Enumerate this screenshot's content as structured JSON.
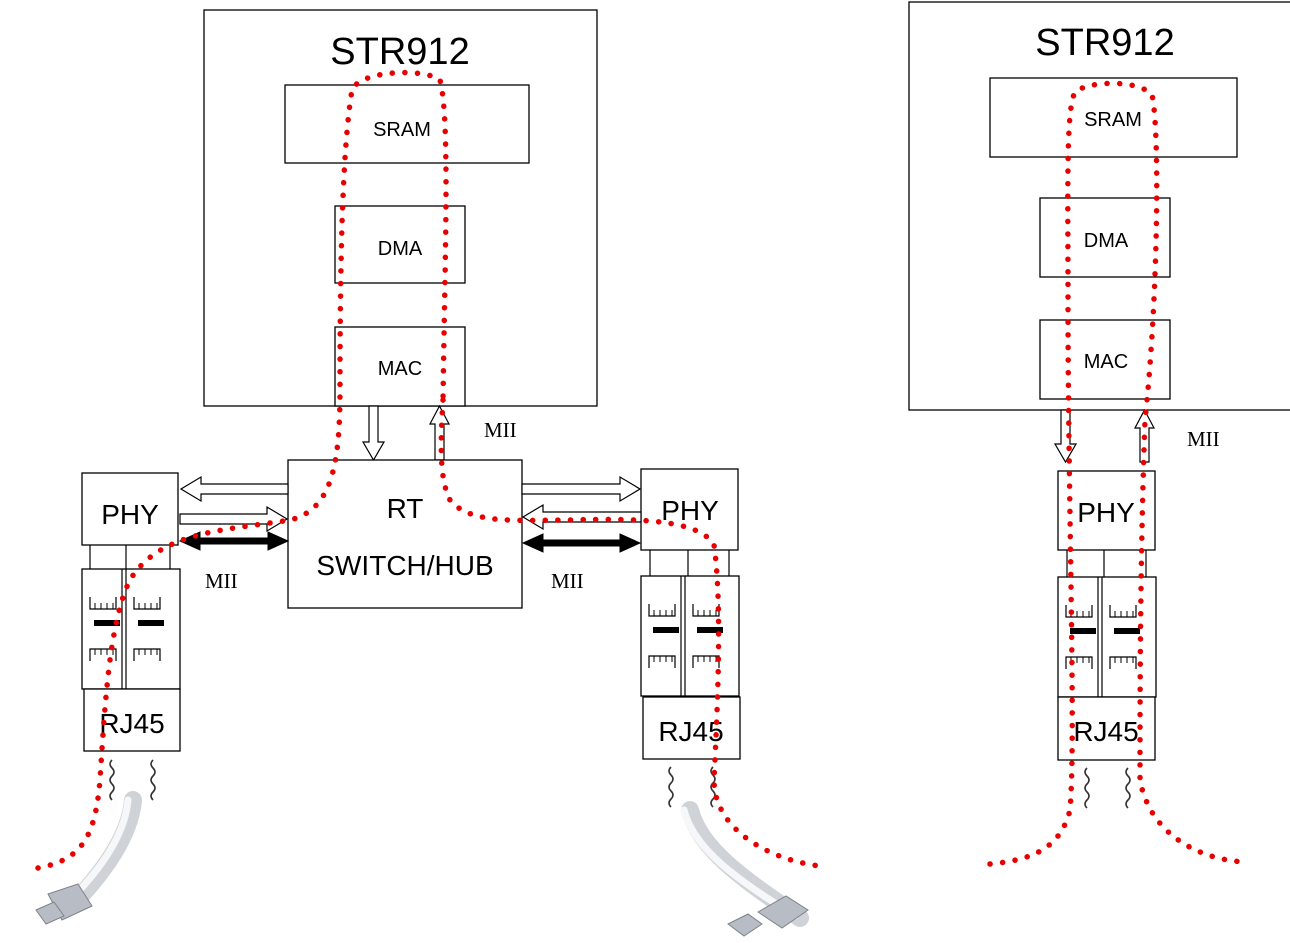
{
  "left_system": {
    "chip_label": "STR912",
    "sram_label": "SRAM",
    "dma_label": "DMA",
    "mac_label": "MAC",
    "mii_top_label": "MII",
    "switch_label_line1": "RT",
    "switch_label_line2": "SWITCH/HUB",
    "phy_left_label": "PHY",
    "phy_right_label": "PHY",
    "mii_left_label": "MII",
    "mii_right_label": "MII",
    "rj45_left_label": "RJ45",
    "rj45_right_label": "RJ45"
  },
  "right_system": {
    "chip_label": "STR912",
    "sram_label": "SRAM",
    "dma_label": "DMA",
    "mac_label": "MAC",
    "mii_label": "MII",
    "phy_label": "PHY",
    "rj45_label": "RJ45"
  },
  "colors": {
    "data_path": "#e80000",
    "outline": "#000000",
    "background": "#ffffff"
  }
}
